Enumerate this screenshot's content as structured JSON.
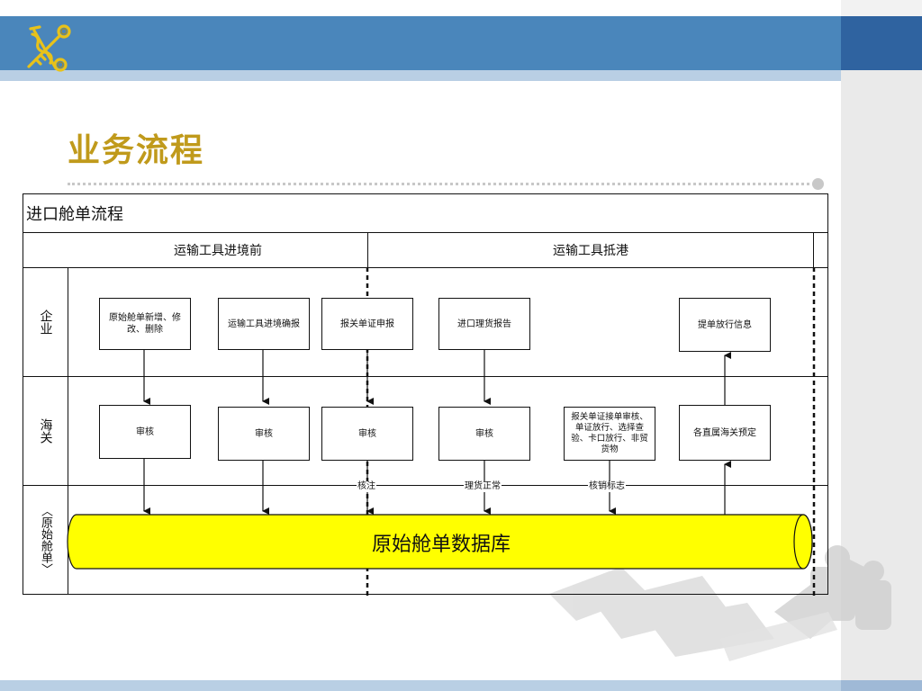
{
  "slide": {
    "title": "业务流程"
  },
  "diagram": {
    "title": "进口舱单流程",
    "phases": [
      "运输工具进境前",
      "运输工具抵港"
    ],
    "lanes": [
      "企业",
      "海关",
      "〈原始舱单〉"
    ],
    "enterprise_steps": [
      "原始舱单新增、修改、删除",
      "运输工具进境确报",
      "报关单证申报",
      "进口理货报告",
      "提单放行信息"
    ],
    "customs_steps": [
      "审核",
      "审核",
      "审核",
      "审核",
      "报关单证接单审核、单证放行、选择查验、卡口放行、非贸货物",
      "各直属海关预定"
    ],
    "notes": [
      "核注",
      "理货正常",
      "核销标志"
    ],
    "database": "原始舱单数据库"
  },
  "colors": {
    "header": "#4a86bb",
    "title": "#c09a1b",
    "database_fill": "#ffff00"
  }
}
